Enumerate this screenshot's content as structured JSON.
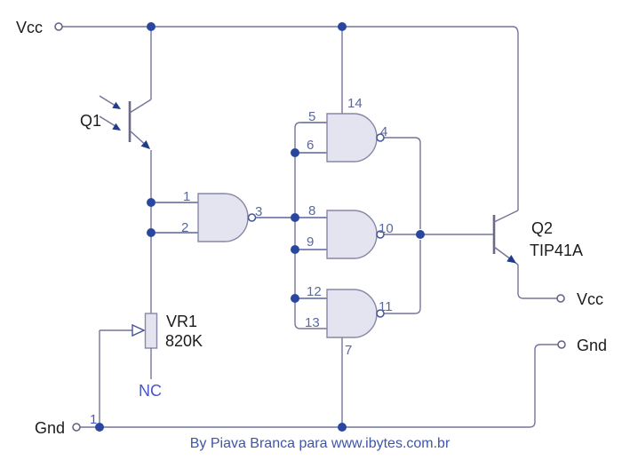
{
  "schematic": {
    "caption": "By Piava Branca para www.ibytes.com.br",
    "terminals": {
      "vcc_top": "Vcc",
      "gnd_left": "Gnd",
      "vcc_right": "Vcc",
      "gnd_right": "Gnd"
    },
    "components": {
      "q1_label": "Q1",
      "q2_label": "Q2",
      "q2_part": "TIP41A",
      "vr1_label": "VR1",
      "vr1_value": "820K",
      "vr1_nc": "NC",
      "vr1_gnd_pin": "1"
    },
    "pins": {
      "p1": "1",
      "p2": "2",
      "p3": "3",
      "p4": "4",
      "p5": "5",
      "p6": "6",
      "p7": "7",
      "p8": "8",
      "p9": "9",
      "p10": "10",
      "p11": "11",
      "p12": "12",
      "p13": "13",
      "p14": "14"
    },
    "colors": {
      "wire": "#75759a",
      "junction_dot": "#2a47a0",
      "gate_fill": "#e4e4f0",
      "gate_stroke": "#8787a6",
      "pin_label": "#5a699e",
      "blue_label": "#4757c5",
      "caption_text": "#3f55a8",
      "component_label": "#1b1b1b",
      "arrowhead": "#203c8c"
    }
  }
}
